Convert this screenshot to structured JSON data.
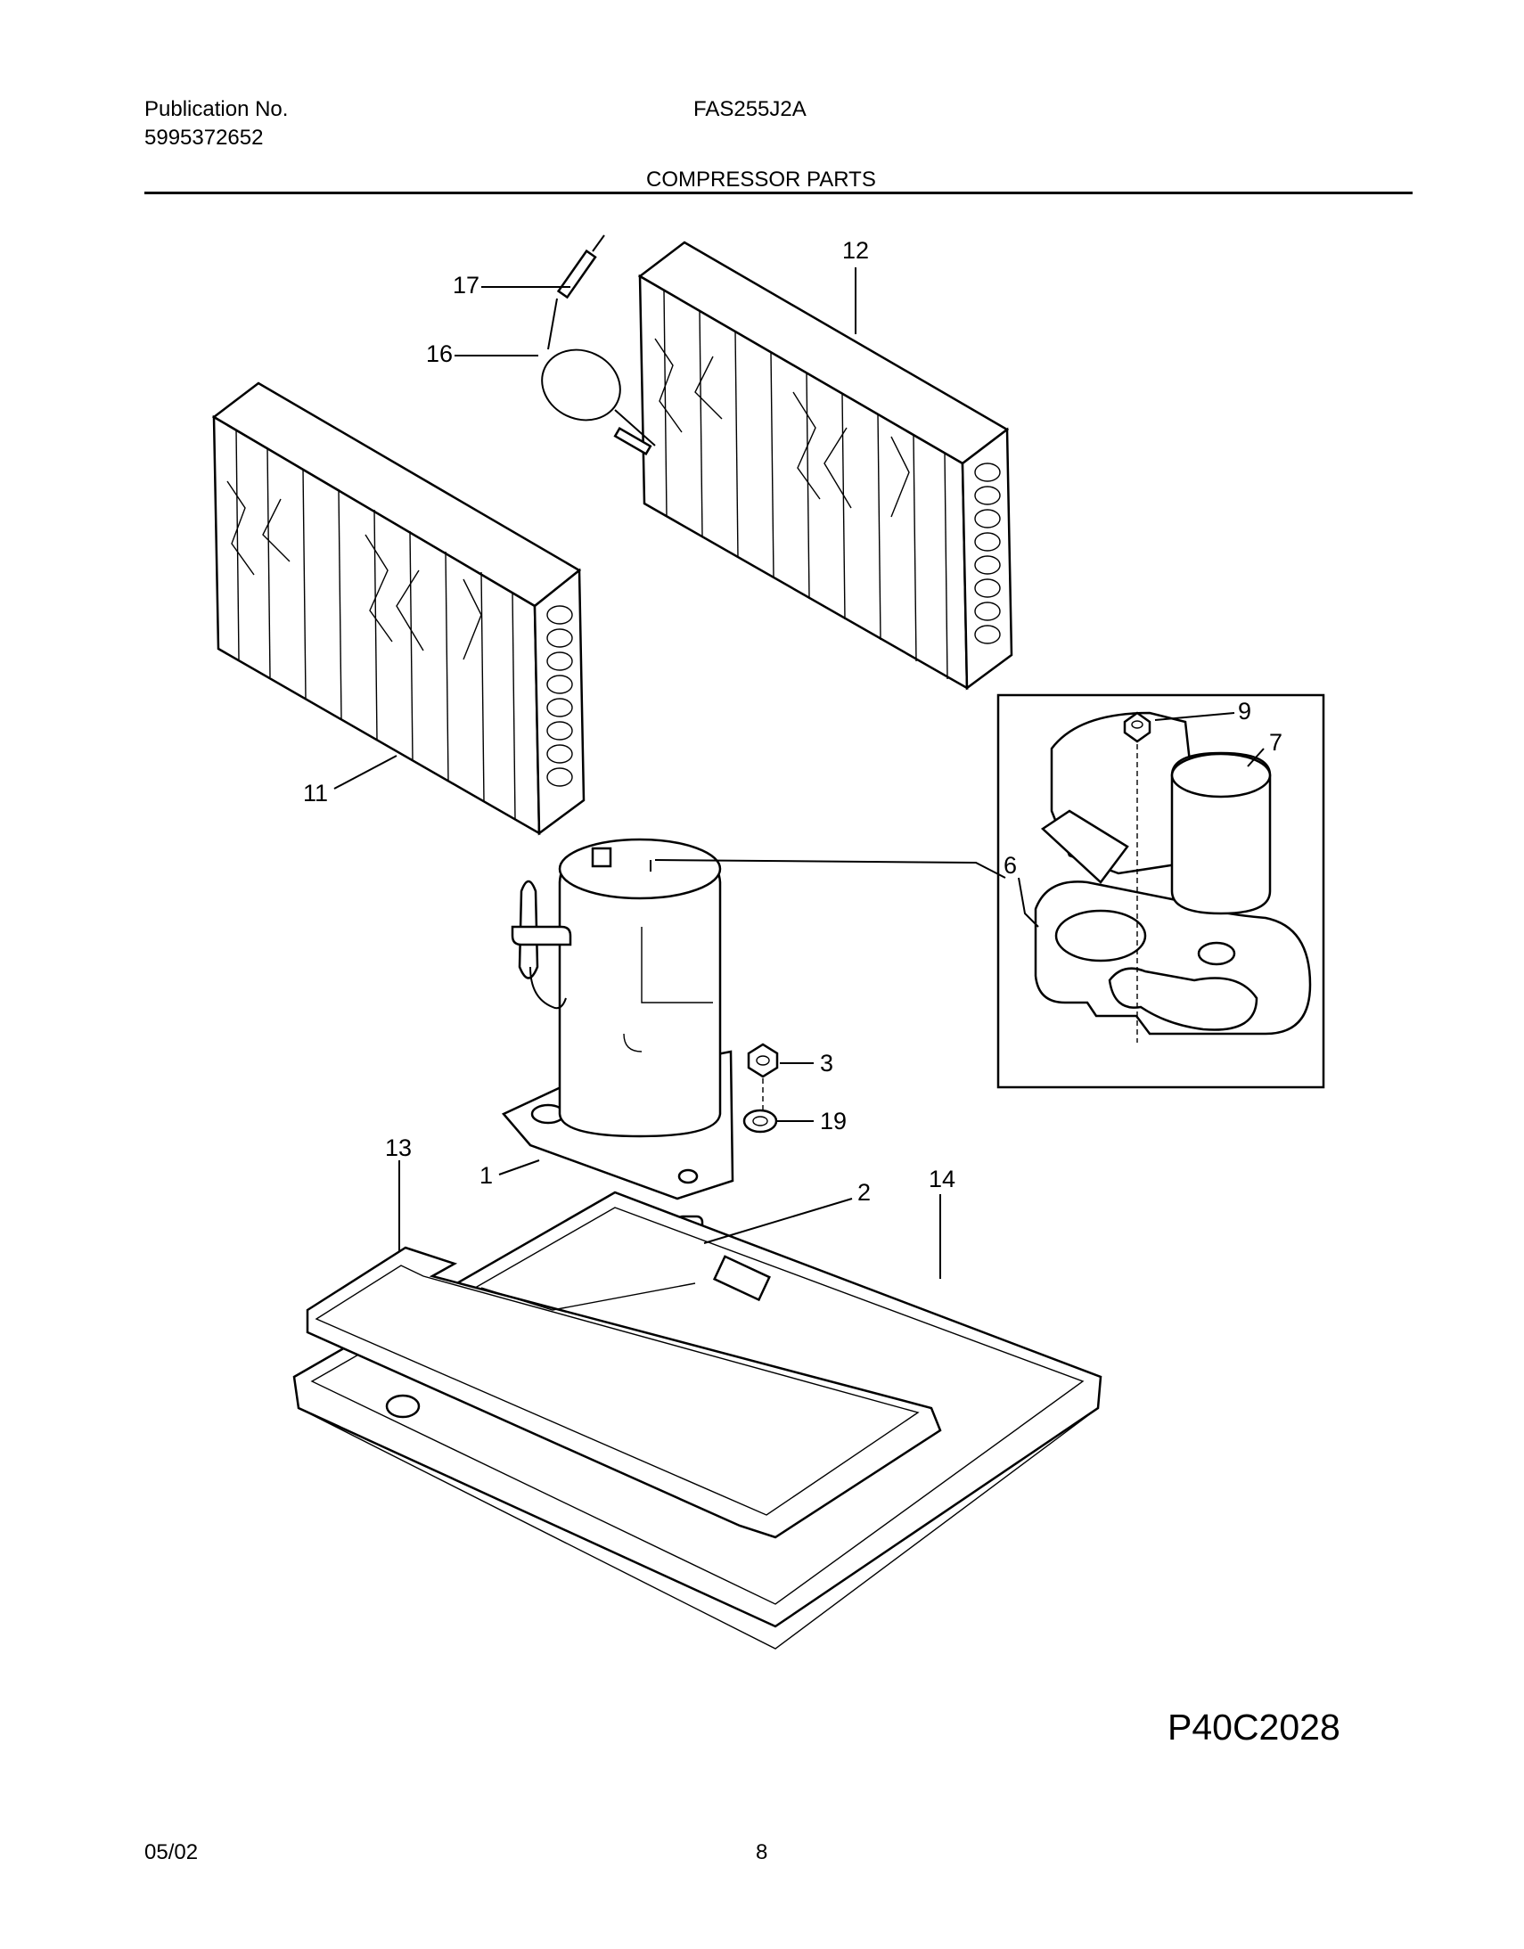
{
  "header": {
    "publication_label": "Publication No.",
    "publication_number": "5995372652",
    "model": "FAS255J2A",
    "section_title": "COMPRESSOR PARTS"
  },
  "diagram": {
    "drawing_code": "P40C2028",
    "callouts": {
      "c1": "1",
      "c2": "2",
      "c3": "3",
      "c6": "6",
      "c7": "7",
      "c9": "9",
      "c11": "11",
      "c12": "12",
      "c13": "13",
      "c14": "14",
      "c16": "16",
      "c17": "17",
      "c19": "19"
    }
  },
  "footer": {
    "date": "05/02",
    "page_number": "8"
  }
}
